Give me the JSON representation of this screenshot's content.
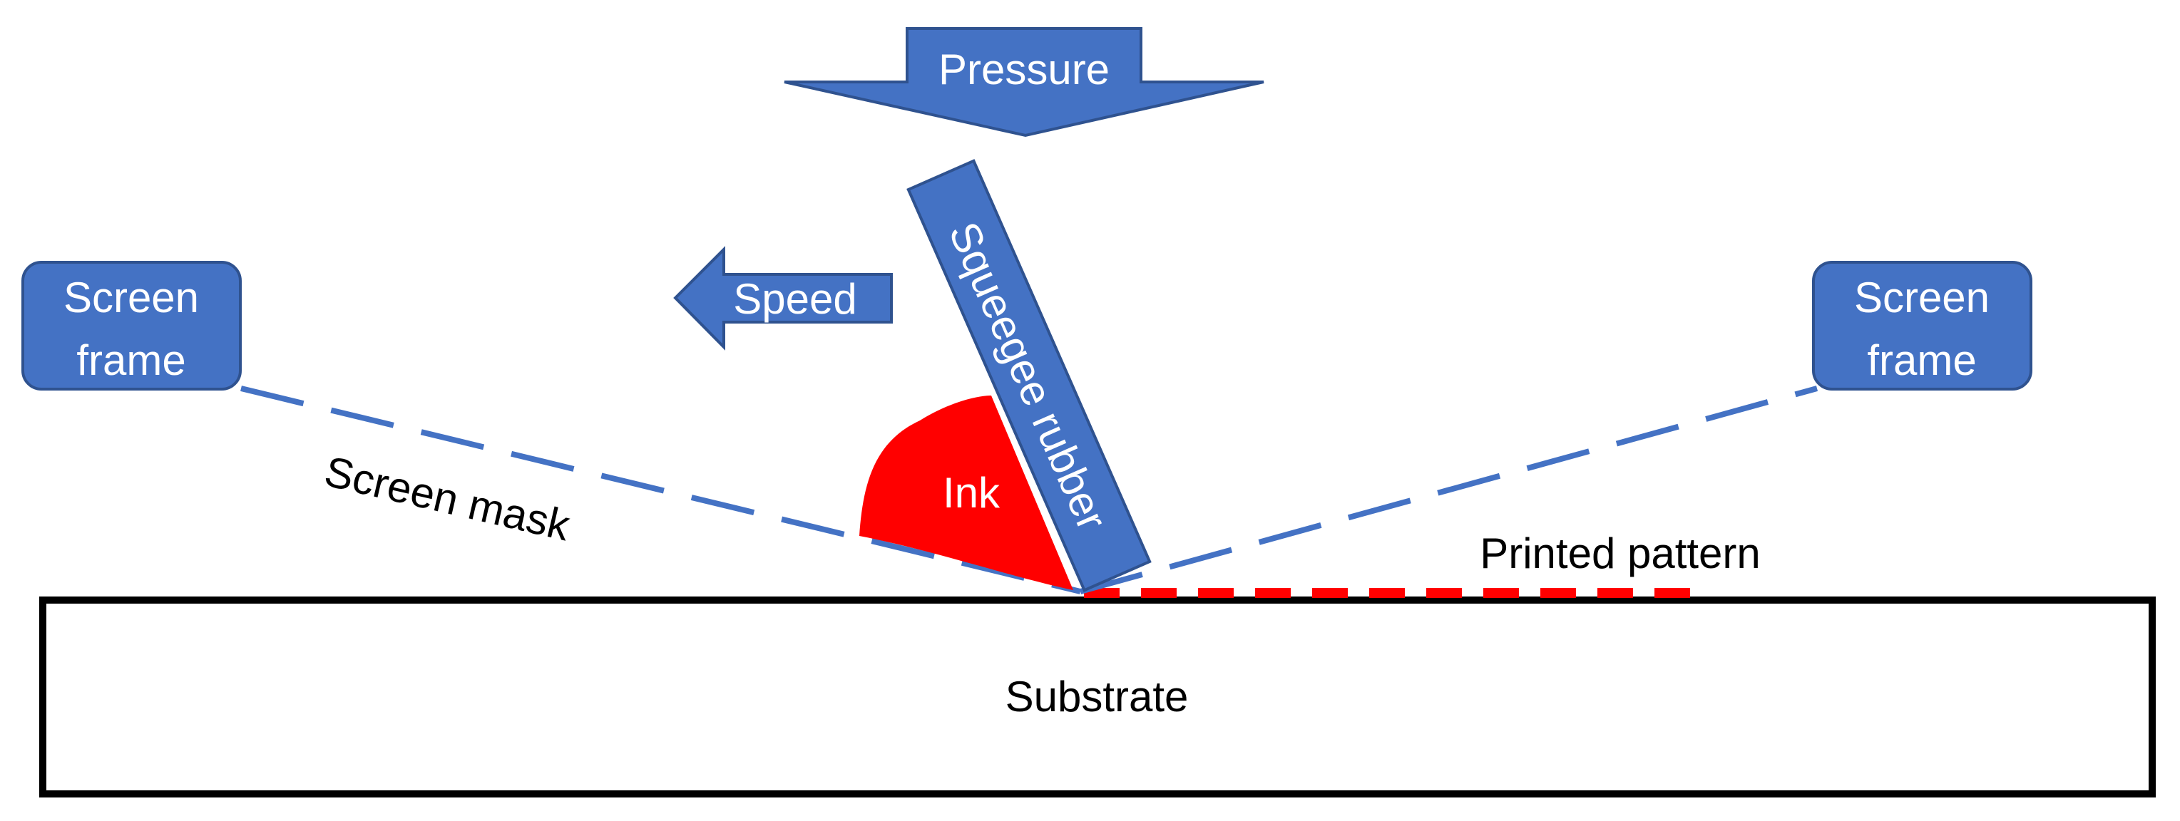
{
  "labels": {
    "pressure": "Pressure",
    "speed": "Speed",
    "squeegee": "Squeegee rubber",
    "ink": "Ink",
    "screen_frame_left_line1": "Screen",
    "screen_frame_left_line2": "frame",
    "screen_frame_right_line1": "Screen",
    "screen_frame_right_line2": "frame",
    "screen_mask": "Screen mask",
    "printed_pattern": "Printed pattern",
    "substrate": "Substrate"
  },
  "colors": {
    "shape_fill": "#4472C4",
    "shape_stroke": "#2F528F",
    "ink": "#FF0000",
    "printed_pattern": "#FF0000",
    "substrate_border": "#000000",
    "mask_line": "#4472C4"
  }
}
